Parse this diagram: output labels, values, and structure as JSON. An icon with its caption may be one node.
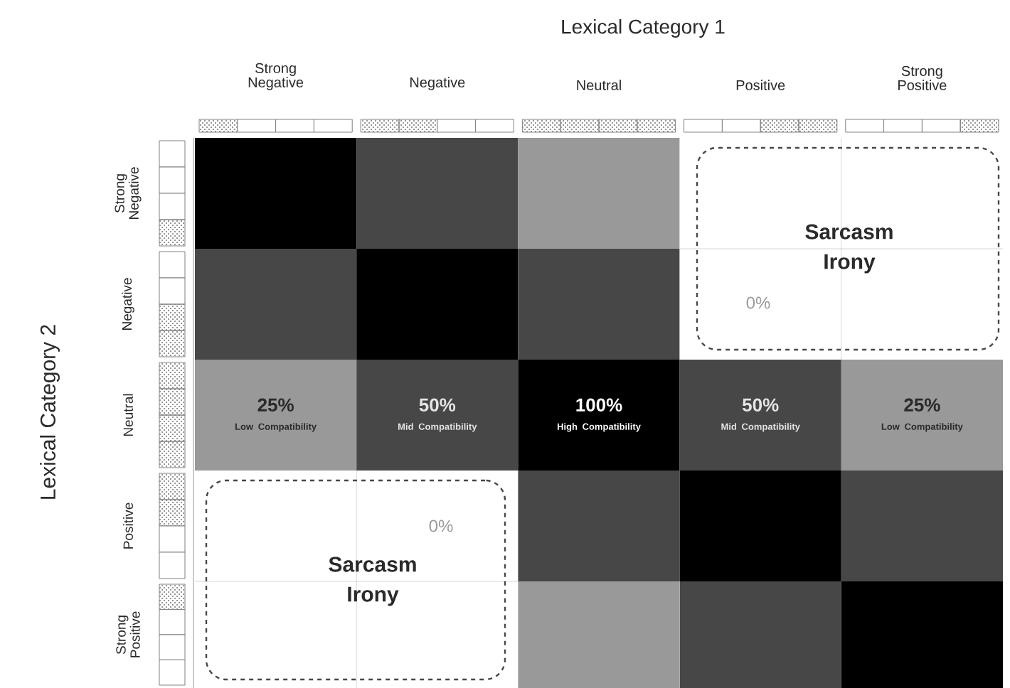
{
  "diagram": {
    "nodes": [
      {
        "text": [
          "Sarcasm Irony",
          "0%"
        ]
      },
      {
        "text": [
          "25%",
          "Low Compatibility"
        ]
      },
      {
        "text": [
          "50%",
          "Mid Compatibility"
        ]
      },
      {
        "text": [
          "100%",
          "High Compatibility"
        ]
      },
      {
        "text": [
          "50%",
          "Mid Compatibility"
        ]
      },
      {
        "text": [
          "25%",
          "Low Compatibility"
        ]
      },
      {
        "text": [
          "0%",
          "Sarcasm Irony"
        ]
      }
    ],
    "labels": [
      "Lexical Category 1",
      "Strong Negative",
      "Negative",
      "Neutral",
      "Positive",
      "Strong Positive",
      "Lexical Category 2",
      "Strong Negative",
      "Negative",
      "Neutral",
      "Positive",
      "Strong Positive"
    ]
  }
}
